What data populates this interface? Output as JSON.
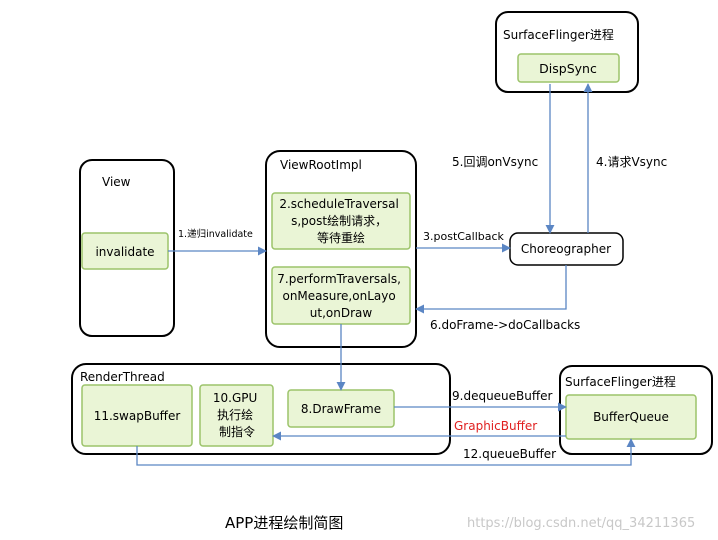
{
  "sf_top": {
    "title": "SurfaceFlinger进程",
    "node": "DispSync"
  },
  "view": {
    "title": "View",
    "node": "invalidate"
  },
  "vri": {
    "title": "ViewRootImpl",
    "node1": [
      "2.scheduleTraversal",
      "s,post绘制请求，",
      "等待重绘"
    ],
    "node2": [
      "7.performTraversals,",
      "onMeasure,onLayo",
      "ut,onDraw"
    ]
  },
  "choreographer": "Choreographer",
  "render": {
    "title": "RenderThread",
    "swap": "11.swapBuffer",
    "gpu": [
      "10.GPU",
      "执行绘",
      "制指令"
    ],
    "draw": "8.DrawFrame"
  },
  "sf_bottom": {
    "title": "SurfaceFlinger进程",
    "node": "BufferQueue"
  },
  "edges": {
    "e1": "1.递归invalidate",
    "e3": "3.postCallback",
    "e4": "4.请求Vsync",
    "e5": "5.回调onVsync",
    "e6": "6.doFrame->doCallbacks",
    "e9": "9.dequeueBuffer",
    "e_gb": "GraphicBuffer",
    "e12": "12.queueBuffer"
  },
  "caption": "APP进程绘制简图",
  "watermark": "https://blog.csdn.net/qq_34211365",
  "colors": {
    "arrow": "#5b86c4",
    "green_fill": "#eaf5d6",
    "green_border": "#9cc36a",
    "highlight": "#e02020"
  }
}
